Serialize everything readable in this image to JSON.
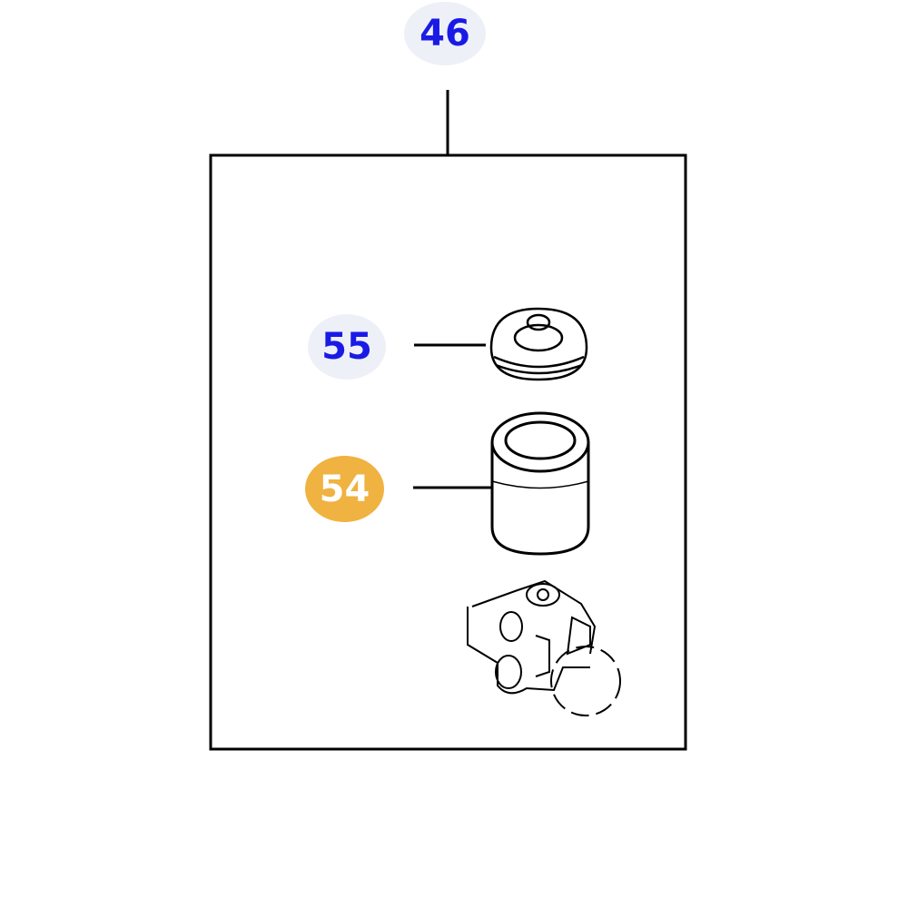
{
  "callouts": [
    {
      "label": "46",
      "state": "default"
    },
    {
      "label": "55",
      "state": "default"
    },
    {
      "label": "54",
      "state": "highlighted"
    }
  ],
  "colors": {
    "default_text": "#1a1ae6",
    "default_bg": "#eef0f7",
    "highlight_bg": "#f0b240",
    "highlight_text": "#ffffff"
  }
}
